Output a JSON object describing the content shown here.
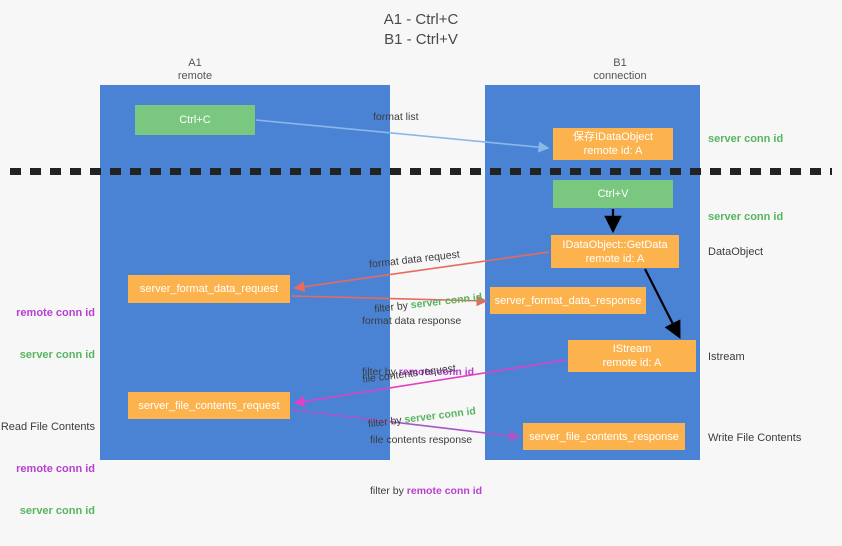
{
  "title": "A1 - Ctrl+C\nB1 - Ctrl+V",
  "columns": {
    "a1": "A1\nremote",
    "b1": "B1\nconnection"
  },
  "boxes": {
    "ctrl_c": "Ctrl+C",
    "ole_data_object": "保存IDataObject\nremote id: A",
    "ctrl_v": "Ctrl+V",
    "get_data": "IDataObject::GetData\nremote id: A",
    "server_format_data_request": "server_format_data_request",
    "server_format_data_response": "server_format_data_response",
    "istream": "IStream\nremote id: A",
    "server_file_contents_request": "server_file_contents_request",
    "server_file_contents_response": "server_file_contents_response"
  },
  "right_notes": {
    "server_conn_id_top": "server conn id",
    "server_conn_id_mid": "server conn id",
    "data_object": "DataObject",
    "istream": "Istream",
    "write_file_contents": "Write File Contents"
  },
  "left_notes": {
    "remote_conn_id_mid": "remote conn id",
    "server_conn_id_mid": "server conn id",
    "read_file_contents": "Read File Contents",
    "remote_conn_id_bottom": "remote conn id",
    "server_conn_id_bottom": "server conn id"
  },
  "edge_labels": {
    "format_list": "format list",
    "format_data_request": "format data request",
    "format_data_request_filter_prefix": "filter by ",
    "format_data_request_filter_value": "server conn id",
    "format_data_response": "format data response",
    "format_data_response_filter_prefix": "filter by ",
    "format_data_response_filter_value": "remote conn id",
    "file_contents_request": "file contents request",
    "file_contents_request_filter_prefix": "filter by ",
    "file_contents_request_filter_value": "server conn id",
    "file_contents_response": "file contents response",
    "file_contents_response_filter_prefix": "filter by ",
    "file_contents_response_filter_value": "remote conn id"
  },
  "colors": {
    "lane": "#4a83d4",
    "green_box": "#7ac77f",
    "orange_box": "#fcb34e",
    "server_conn_id": "#57b55f",
    "remote_conn_id": "#b83fd1",
    "arrow_blue": "#8ab9e8",
    "arrow_red": "#e86a5e",
    "arrow_magenta": "#e040c8",
    "arrow_purple": "#a855c8",
    "arrow_black": "#000000",
    "background": "#f7f7f7"
  }
}
